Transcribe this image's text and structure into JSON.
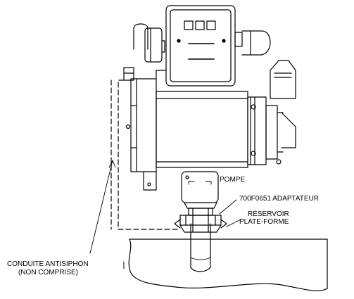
{
  "labels": {
    "pump": "POMPE",
    "adapter": "700F0651 ADAPTATEUR",
    "tank_line1": "RÉSERVOIR",
    "tank_line2": "PLATE-FORME",
    "antisiphon_line1": "CONDUITE ANTISIPHON",
    "antisiphon_line2": "(NON COMPRISE)"
  },
  "colors": {
    "ink": "#000000",
    "paper": "#ffffff"
  }
}
